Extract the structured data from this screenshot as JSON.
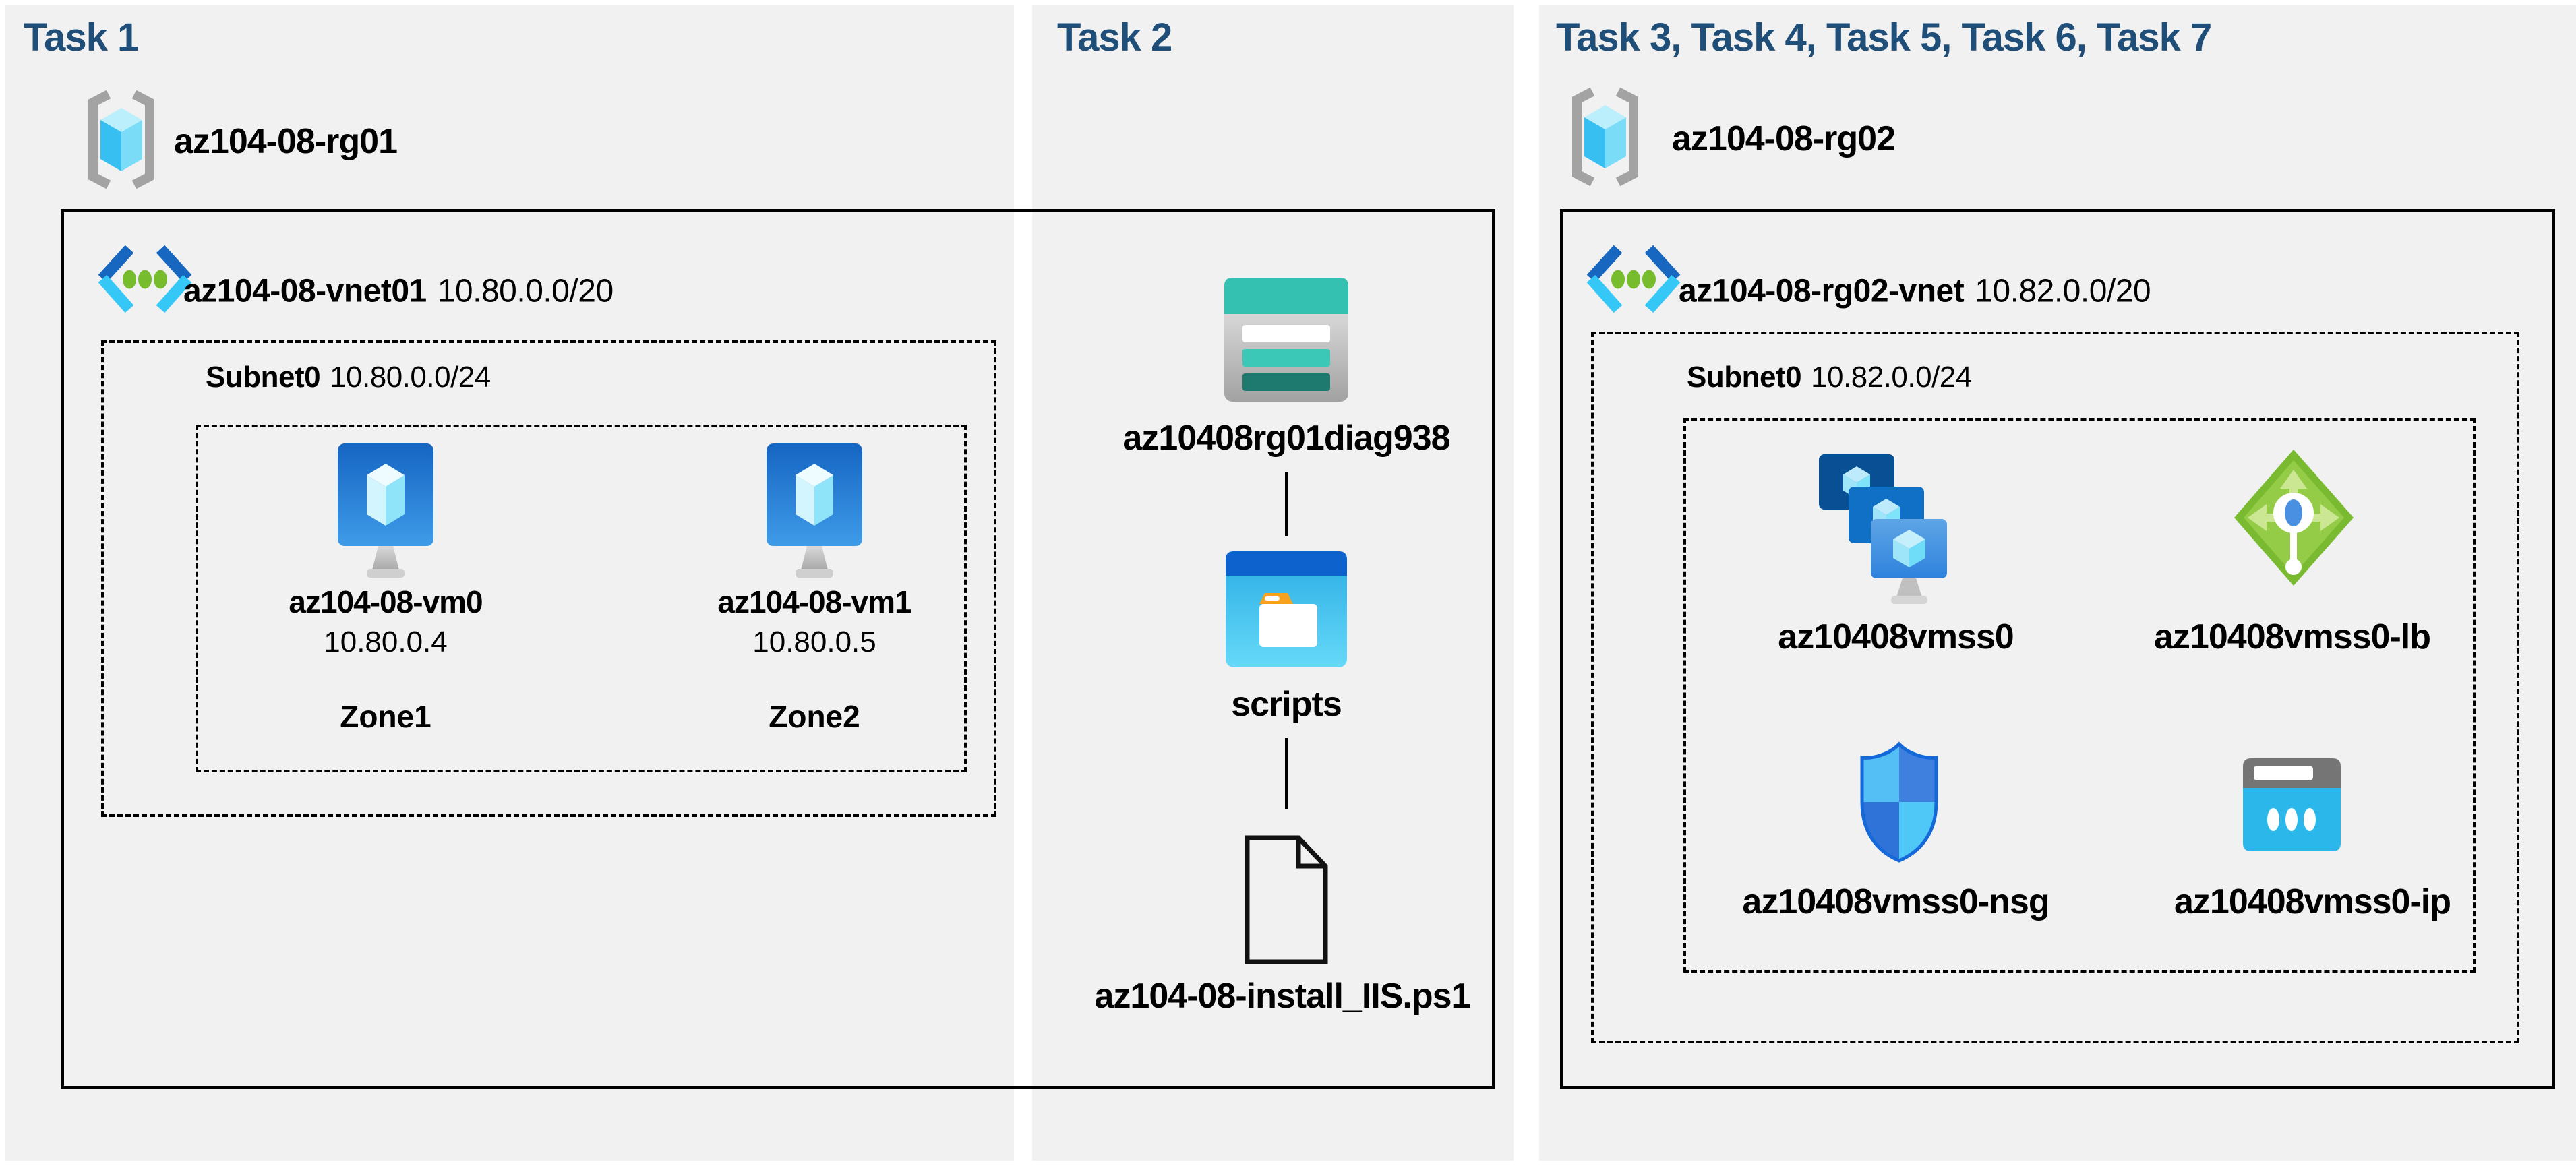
{
  "colors": {
    "title": "#1F4E79",
    "panel_background": "#F1F1F1",
    "box_border": "#000000",
    "azure_blue": "#1273C8",
    "azure_cyan": "#35C8F6",
    "storage_teal": "#34C1B1",
    "lb_green": "#76BC2D",
    "folder_orange": "#F6A21E"
  },
  "task1": {
    "title": "Task 1",
    "resource_group": "az104-08-rg01",
    "vnet": {
      "name": "az104-08-vnet01",
      "cidr": "10.80.0.0/20"
    },
    "subnet": {
      "name": "Subnet0",
      "cidr": "10.80.0.0/24"
    },
    "vms": [
      {
        "name": "az104-08-vm0",
        "ip": "10.80.0.4",
        "zone": "Zone1"
      },
      {
        "name": "az104-08-vm1",
        "ip": "10.80.0.5",
        "zone": "Zone2"
      }
    ]
  },
  "task2": {
    "title": "Task 2",
    "storage_account": "az10408rg01diag938",
    "container": "scripts",
    "script_file": "az104-08-install_IIS.ps1"
  },
  "task3": {
    "title": "Task 3, Task 4, Task 5, Task 6, Task 7",
    "resource_group": "az104-08-rg02",
    "vnet": {
      "name": "az104-08-rg02-vnet",
      "cidr": "10.82.0.0/20"
    },
    "subnet": {
      "name": "Subnet0",
      "cidr": "10.82.0.0/24"
    },
    "resources": [
      {
        "name": "az10408vmss0",
        "type": "virtual-machine-scale-set"
      },
      {
        "name": "az10408vmss0-lb",
        "type": "load-balancer"
      },
      {
        "name": "az10408vmss0-nsg",
        "type": "network-security-group"
      },
      {
        "name": "az10408vmss0-ip",
        "type": "public-ip-address"
      }
    ]
  }
}
